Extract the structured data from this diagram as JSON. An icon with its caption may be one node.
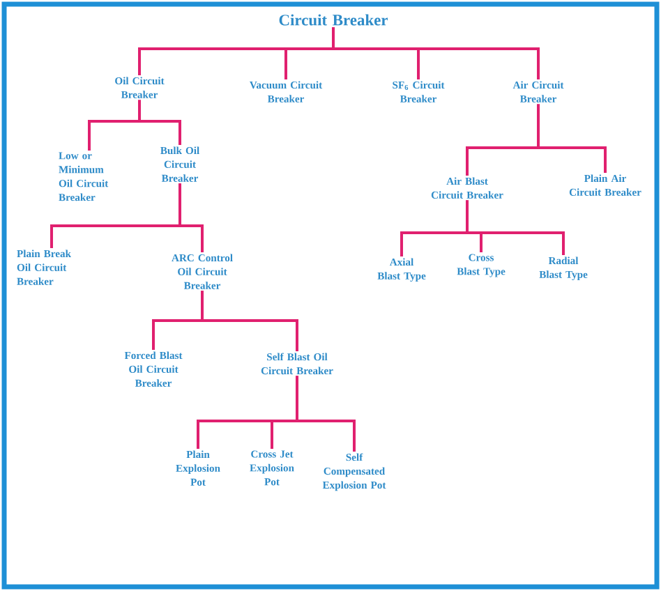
{
  "diagram": {
    "nodes": [
      {
        "text": [
          "Circuit Breaker"
        ]
      },
      {
        "text": [
          "Oil Circuit Breaker"
        ]
      },
      {
        "text": [
          "Vacuum Circuit Breaker"
        ]
      },
      {
        "text": [
          "SF$_{6}$ Circuit Breaker"
        ]
      },
      {
        "text": [
          "Air Circuit Breaker"
        ]
      },
      {
        "text": [
          "Low or Minimum Oil Circuit Breaker"
        ]
      },
      {
        "text": [
          "Bulk Oil Circuit Breaker"
        ]
      },
      {
        "text": [
          "Air Blast Circuit Breaker"
        ]
      },
      {
        "text": [
          "Plain Air Circuit Breaker"
        ]
      },
      {
        "text": [
          "Plain Break Oil Circuit Breaker"
        ]
      },
      {
        "text": [
          "ARC Control Oil Circuit Breaker"
        ]
      },
      {
        "text": [
          "Axial Blast Type"
        ]
      },
      {
        "text": [
          "Cross Blast Type"
        ]
      },
      {
        "text": [
          "Radial Blast Type"
        ]
      },
      {
        "text": [
          "Forced Blast Oil Circuit Breaker"
        ]
      },
      {
        "text": [
          "Self Blast Oil Circuit Breaker"
        ]
      },
      {
        "text": [
          "Plain Explosion Pot"
        ]
      },
      {
        "text": [
          "Cross Jet Explosion Pot"
        ]
      },
      {
        "text": [
          "Self Compensated Explosion Pot"
        ]
      }
    ],
    "edges": [
      {
        "from": 0,
        "to": 1,
        "arrow": "none"
      },
      {
        "from": 0,
        "to": 2,
        "arrow": "none"
      },
      {
        "from": 0,
        "to": 3,
        "arrow": "none"
      },
      {
        "from": 0,
        "to": 4,
        "arrow": "none"
      },
      {
        "from": 1,
        "to": 5,
        "arrow": "none"
      },
      {
        "from": 1,
        "to": 6,
        "arrow": "none"
      },
      {
        "from": 4,
        "to": 7,
        "arrow": "none"
      },
      {
        "from": 4,
        "to": 8,
        "arrow": "none"
      },
      {
        "from": 6,
        "to": 9,
        "arrow": "none"
      },
      {
        "from": 6,
        "to": 10,
        "arrow": "none"
      },
      {
        "from": 7,
        "to": 11,
        "arrow": "none"
      },
      {
        "from": 7,
        "to": 12,
        "arrow": "none"
      },
      {
        "from": 7,
        "to": 13,
        "arrow": "none"
      },
      {
        "from": 10,
        "to": 14,
        "arrow": "none"
      },
      {
        "from": 10,
        "to": 15,
        "arrow": "none"
      },
      {
        "from": 15,
        "to": 16,
        "arrow": "none"
      },
      {
        "from": 15,
        "to": 17,
        "arrow": "none"
      },
      {
        "from": 15,
        "to": 18,
        "arrow": "none"
      }
    ]
  }
}
